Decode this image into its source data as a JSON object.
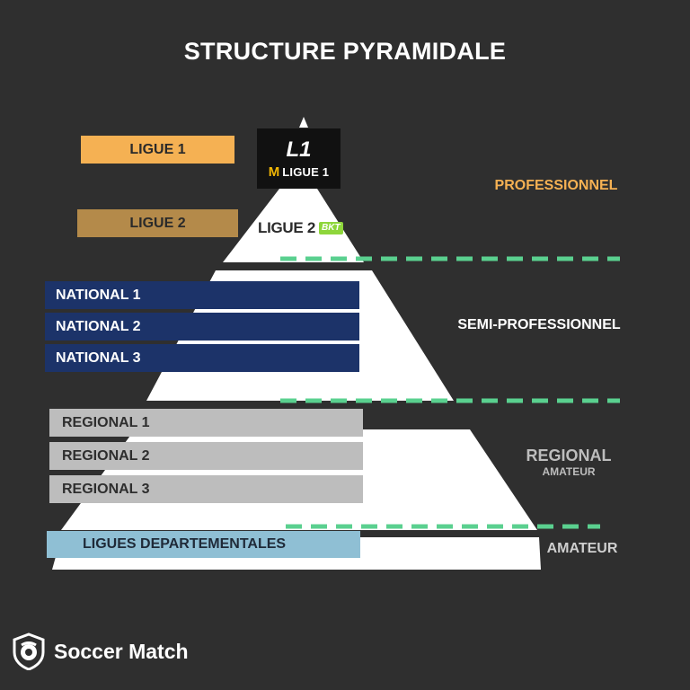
{
  "title": "STRUCTURE PYRAMIDALE",
  "levels": [
    {
      "label": "LIGUE  1"
    },
    {
      "label": "LIGUE 2"
    },
    {
      "label": "NATIONAL 1"
    },
    {
      "label": "NATIONAL 2"
    },
    {
      "label": "NATIONAL 3"
    },
    {
      "label": "REGIONAL 1"
    },
    {
      "label": "REGIONAL 2"
    },
    {
      "label": "REGIONAL 3"
    },
    {
      "label": "LIGUES DEPARTEMENTALES"
    }
  ],
  "tiers": {
    "professional": "PROFESSIONNEL",
    "semi_professional": "SEMI-PROFESSIONNEL",
    "regional": "REGIONAL",
    "regional_sub": "AMATEUR",
    "amateur": "AMATEUR"
  },
  "logos": {
    "ligue1_mark": "L1",
    "ligue1_arches": "M",
    "ligue1_text": "LIGUE 1",
    "ligue2_text": "LIGUE 2",
    "ligue2_sponsor": "BKT"
  },
  "brand": {
    "name": "Soccer Match"
  },
  "colors": {
    "background": "#2f2f2f",
    "pyramid": "#ffffff",
    "divider": "#5ad08f",
    "professional": "#f5b153",
    "semi_professional": "#ffffff",
    "regional": "#bdbdbd",
    "amateur": "#cfcfcf"
  }
}
